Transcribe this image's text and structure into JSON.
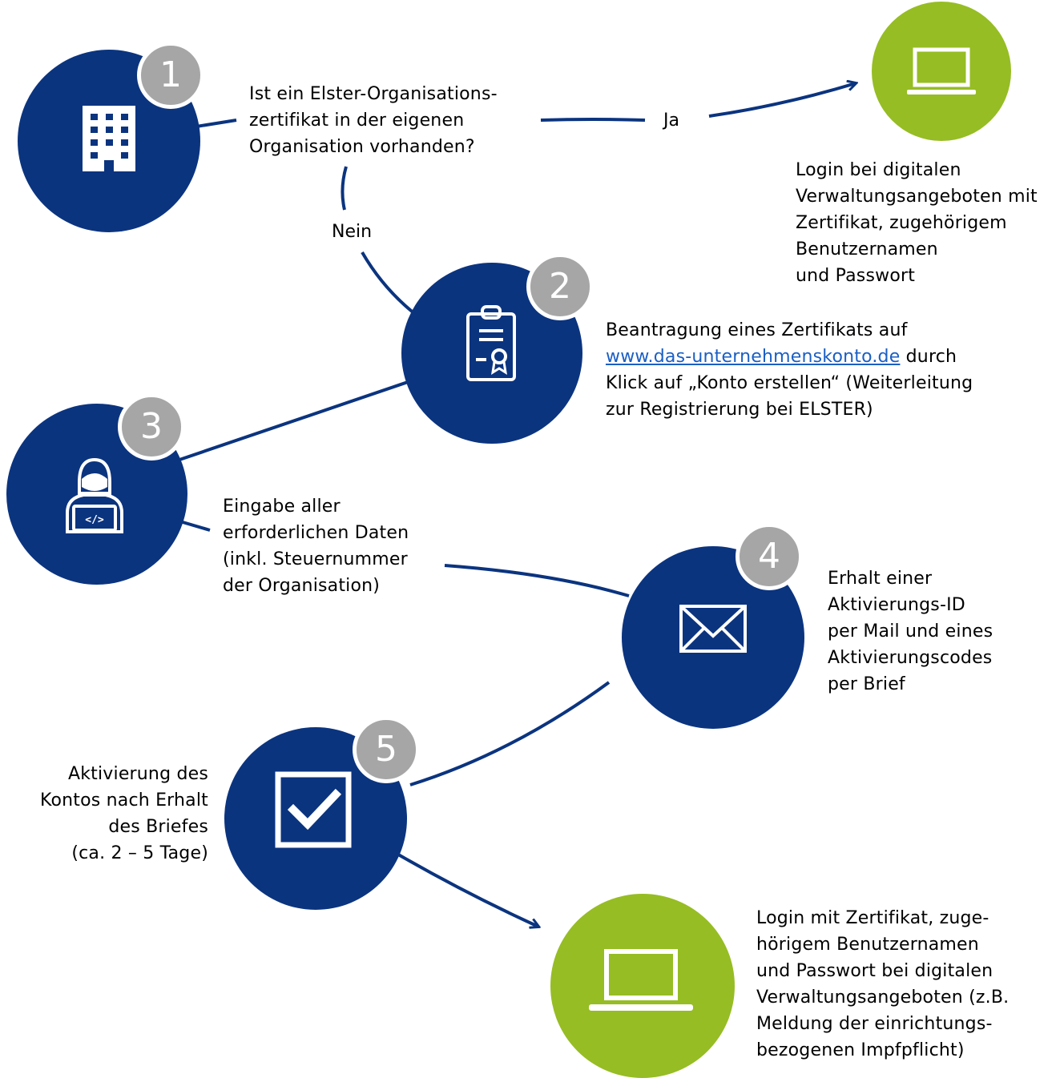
{
  "steps": [
    {
      "badge": "1",
      "icon": "building-icon"
    },
    {
      "badge": "2",
      "icon": "clipboard-certificate-icon"
    },
    {
      "badge": "3",
      "icon": "developer-laptop-icon"
    },
    {
      "badge": "4",
      "icon": "envelope-icon"
    },
    {
      "badge": "5",
      "icon": "checkbox-check-icon"
    }
  ],
  "question": {
    "lines": [
      "Ist ein Elster-Organisations-",
      "zertifikat in der eigenen",
      "Organisation vorhanden?"
    ]
  },
  "branch": {
    "yes": "Ja",
    "no": "Nein"
  },
  "login_top": {
    "icon": "laptop-icon",
    "lines": [
      "Login bei digitalen",
      "Verwaltungsangeboten mit",
      "Zertifikat, zugehörigem",
      "Benutzernamen",
      "und Passwort"
    ]
  },
  "step2_text": {
    "line1": "Beantragung eines Zertifikats auf",
    "link": "www.das-unternehmenskonto.de",
    "after_link": " durch",
    "line3": "Klick auf „Konto erstellen“ (Weiterleitung",
    "line4": "zur Registrierung bei ELSTER)"
  },
  "step3_text": {
    "lines": [
      "Eingabe aller",
      "erforderlichen Daten",
      "(inkl. Steuernummer",
      "der Organisation)"
    ]
  },
  "step4_text": {
    "lines": [
      "Erhalt einer",
      "Aktivierungs-ID",
      "per Mail und eines",
      "Aktivierungscodes",
      "per Brief"
    ]
  },
  "step5_text": {
    "lines": [
      "Aktivierung des",
      "Kontos nach Erhalt",
      "des Briefes",
      "(ca. 2 – 5 Tage)"
    ]
  },
  "login_bottom": {
    "icon": "laptop-icon",
    "lines": [
      "Login mit Zertifikat, zuge-",
      "hörigem Benutzernamen",
      "und Passwort bei digitalen",
      "Verwaltungsangeboten (z.B.",
      "Meldung der einrichtungs-",
      "bezogenen Impfpflicht)"
    ]
  },
  "colors": {
    "blue": "#0b347f",
    "green": "#96bd23",
    "badge": "#a6a6a6",
    "link": "#1a5fc4"
  }
}
